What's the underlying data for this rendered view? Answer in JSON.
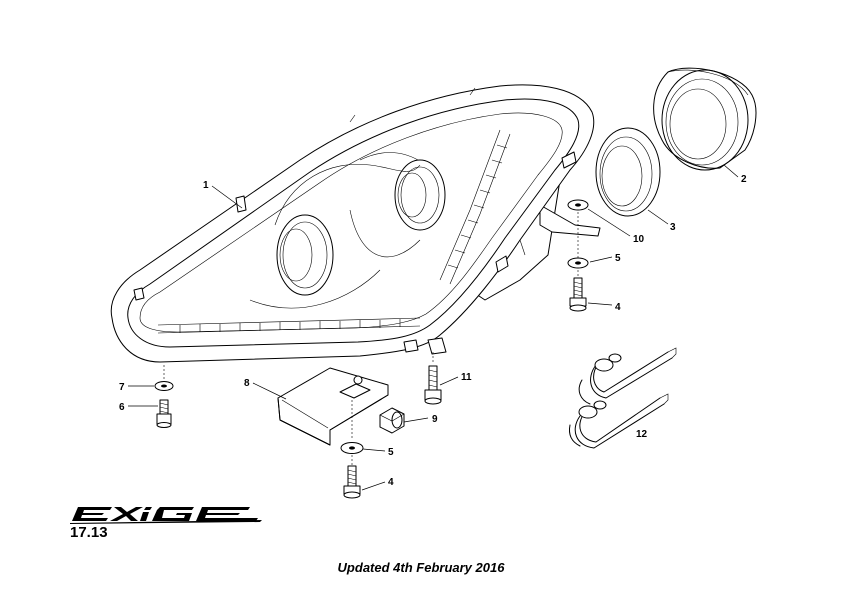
{
  "diagram": {
    "callouts": [
      {
        "id": "c1",
        "label": "1"
      },
      {
        "id": "c2",
        "label": "2"
      },
      {
        "id": "c3",
        "label": "3"
      },
      {
        "id": "c4a",
        "label": "4"
      },
      {
        "id": "c4b",
        "label": "4"
      },
      {
        "id": "c5a",
        "label": "5"
      },
      {
        "id": "c5b",
        "label": "5"
      },
      {
        "id": "c6",
        "label": "6"
      },
      {
        "id": "c7",
        "label": "7"
      },
      {
        "id": "c8",
        "label": "8"
      },
      {
        "id": "c9",
        "label": "9"
      },
      {
        "id": "c10",
        "label": "10"
      },
      {
        "id": "c11",
        "label": "11"
      },
      {
        "id": "c12",
        "label": "12"
      }
    ]
  },
  "footer": {
    "brand_logo": "EXIGE",
    "reference": "17.13",
    "updated": "Updated 4th February 2016"
  }
}
